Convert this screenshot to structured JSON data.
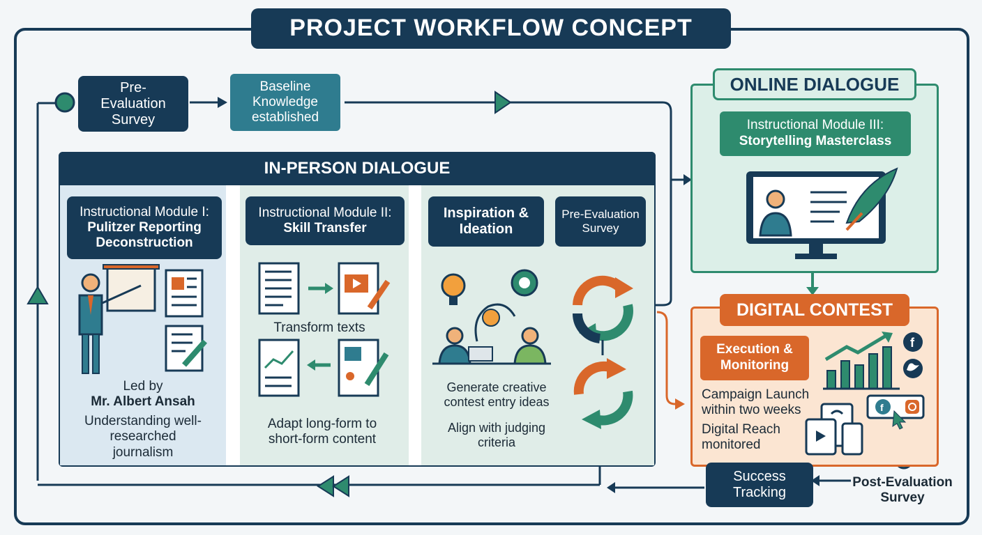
{
  "title": "PROJECT WORKFLOW CONCEPT",
  "top": {
    "pre_eval": "Pre-Evaluation Survey",
    "baseline": "Baseline Knowledge established"
  },
  "in_person": {
    "title": "IN-PERSON DIALOGUE",
    "module1": {
      "line1": "Instructional Module I:",
      "line2": "Pulitzer Reporting Deconstruction",
      "led_by": "Led by",
      "leader": "Mr. Albert Ansah",
      "desc": "Understanding well-researched journalism"
    },
    "module2": {
      "line1": "Instructional Module II:",
      "line2": "Skill Transfer",
      "transform": "Transform texts",
      "adapt": "Adapt long-form to short-form content"
    },
    "ideation": {
      "title": "Inspiration & Ideation",
      "generate": "Generate creative contest entry ideas",
      "align": "Align with judging criteria"
    },
    "pre_eval": "Pre-Evaluation Survey"
  },
  "online": {
    "title": "ONLINE DIALOGUE",
    "line1": "Instructional Module III:",
    "line2": "Storytelling Masterclass"
  },
  "contest": {
    "title": "DIGITAL CONTEST",
    "exec": "Execution & Monitoring",
    "campaign": "Campaign Launch within two weeks",
    "reach": "Digital Reach monitored"
  },
  "success": "Success Tracking",
  "post_eval": "Post-Evaluation Survey",
  "colors": {
    "navy": "#173a56",
    "teal": "#2f7c8f",
    "green": "#2e8b6e",
    "orange": "#d9672a"
  }
}
